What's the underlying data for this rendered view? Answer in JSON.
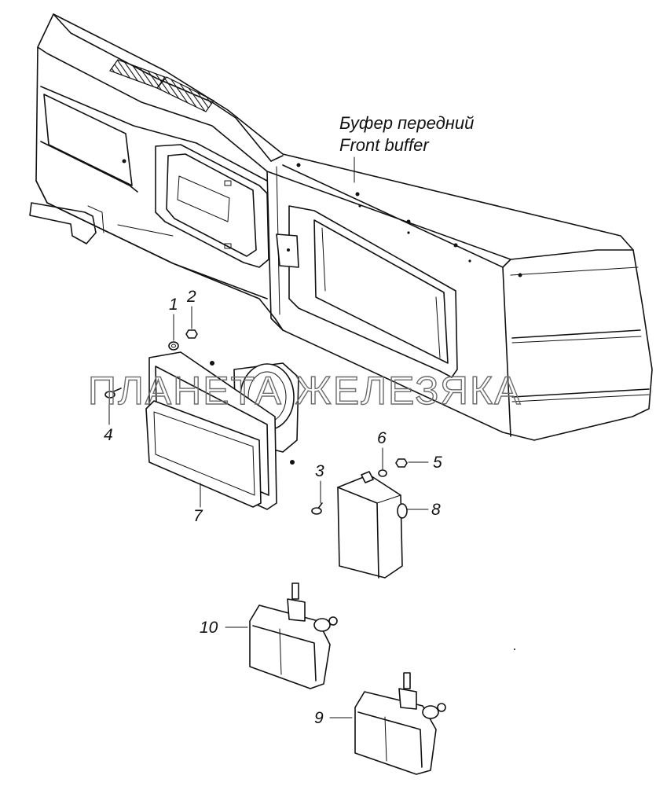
{
  "title": {
    "ru": "Буфер передний",
    "en": "Front buffer"
  },
  "watermark": "ПЛАНЕТА ЖЕЛЕЗЯКА",
  "callouts": [
    "1",
    "2",
    "3",
    "4",
    "5",
    "6",
    "7",
    "8",
    "9",
    "10"
  ],
  "colors": {
    "line": "#111111",
    "background": "#ffffff",
    "watermark": "#6b6b6b"
  }
}
